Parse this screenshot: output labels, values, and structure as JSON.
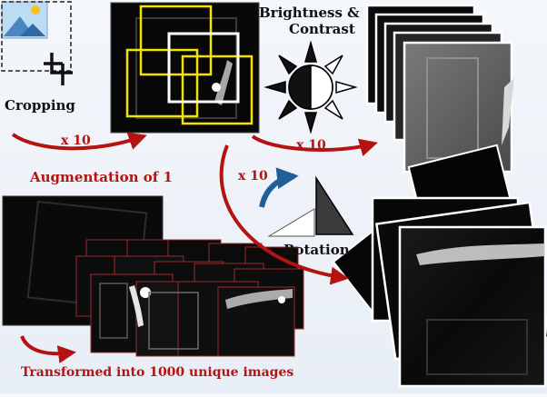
{
  "labels": {
    "cropping": "Cropping",
    "brightness_line1": "Brightness &",
    "brightness_line2": "Contrast",
    "rotation": "Rotation",
    "augmentation": "Augmentation of 1",
    "transformed": "Transformed into 1000 unique images",
    "x10": "x 10"
  },
  "colors": {
    "accent_red": "#b51212",
    "crop_yellow": "#f2e400",
    "arrow_blue": "#1f5f9a",
    "image_dark": "#0b0b0b"
  },
  "icons": [
    "image-icon",
    "crop-icon",
    "sun-icon",
    "rotate-arrow-icon",
    "triangle-icon"
  ]
}
